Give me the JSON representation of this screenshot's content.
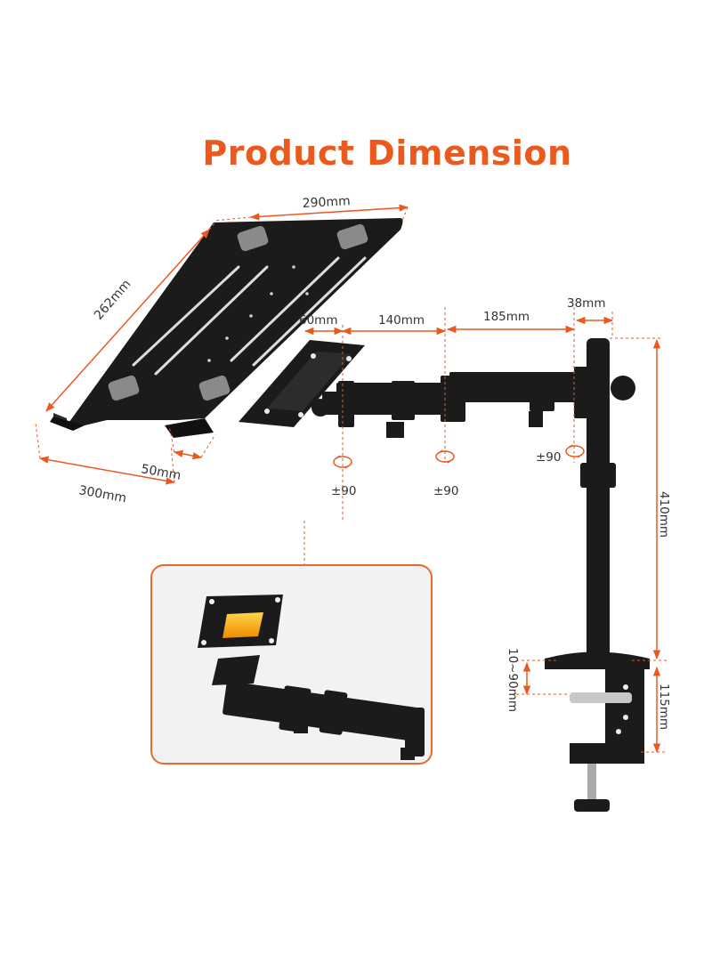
{
  "title": "Product Dimension",
  "colors": {
    "accent": "#ea5a1f",
    "metal": "#1b1b1b",
    "pad": "#8a8a8a",
    "inset_border": "#e96a2a",
    "inset_bg": "#f2f2f2"
  },
  "labels": {
    "tray_width": "290mm",
    "tray_depth": "262mm",
    "tray_bottom": "300mm",
    "tray_lip": "50mm",
    "plate_offset": "60mm",
    "arm_seg1": "140mm",
    "arm_seg2": "185mm",
    "pole_diameter": "38mm",
    "pole_height": "410mm",
    "desk_thickness": "10~90mm",
    "clamp_height": "115mm",
    "rot_plate": "±90",
    "rot_mid": "±90",
    "rot_pole": "±90"
  },
  "icons": [
    "rotation-icon",
    "rotation-icon",
    "rotation-icon"
  ]
}
